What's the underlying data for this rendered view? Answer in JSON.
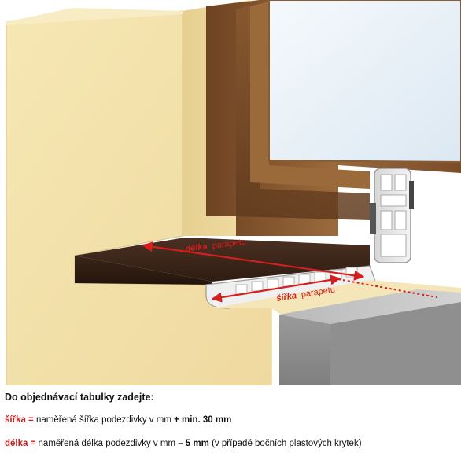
{
  "diagram": {
    "label_length_term": "délka",
    "label_length_rest": "parapetu",
    "label_width_term": "šířka",
    "label_width_rest": "parapetu"
  },
  "instructions": {
    "heading": "Do objednávací tabulky zadejte:",
    "width_line": {
      "term": "šířka =",
      "text": " naměřená šířka podezdivky v mm ",
      "bold": "+ min. 30 mm"
    },
    "length_line": {
      "term": "délka =",
      "text": " naměřená délka podezdivky v mm ",
      "bold": "– 5 mm",
      "space": " ",
      "note": "(v případě bočních plastových krytek)"
    }
  },
  "colors": {
    "arrow_red": "#d41f1f",
    "sill_brown": "#3a2418",
    "frame_wood": "#8a5a30",
    "wall_beige": "#f3e2a8",
    "glass": "#e8f1f8"
  }
}
